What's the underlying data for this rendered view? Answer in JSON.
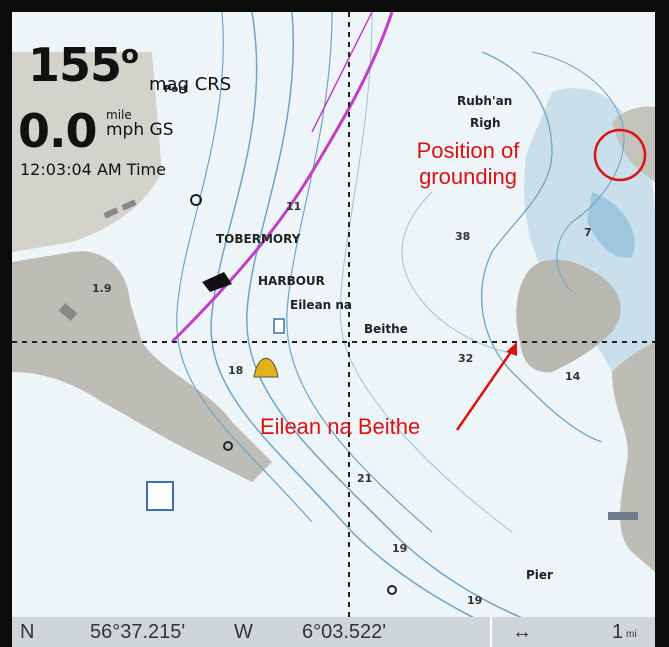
{
  "hud": {
    "heading_value": "155",
    "heading_degree": "o",
    "heading_label": "mag CRS",
    "speed_value": "0.0",
    "speed_unit": "mile",
    "speed_label": "mph GS",
    "time_value": "12:03:04 AM",
    "time_label": "Time"
  },
  "chart_labels": {
    "port": "Port",
    "tobermory": "TOBERMORY",
    "harbour": "HARBOUR",
    "eilean_na": "Eilean na",
    "beithe": "Beithe",
    "rubh_an": "Rubh'an",
    "righ": "Righ",
    "pier": "Pier"
  },
  "depths": [
    "11",
    "38",
    "7",
    "32",
    "1.9",
    "18",
    "21",
    "19",
    "19",
    "14"
  ],
  "annotations": {
    "grounding": "Position of grounding",
    "eilean_na_beithe": "Eilean na Beithe"
  },
  "status": {
    "lat_dir": "N",
    "lat": "56°37.215'",
    "lon_dir": "W",
    "lon": "6°03.522'",
    "range_icon": "↔",
    "range": "1",
    "range_unit": "mi"
  },
  "colors": {
    "land": "#bdbdb5",
    "shallow": "#aecde0",
    "route": "#c23dc8",
    "annotation": "#dd1111"
  }
}
